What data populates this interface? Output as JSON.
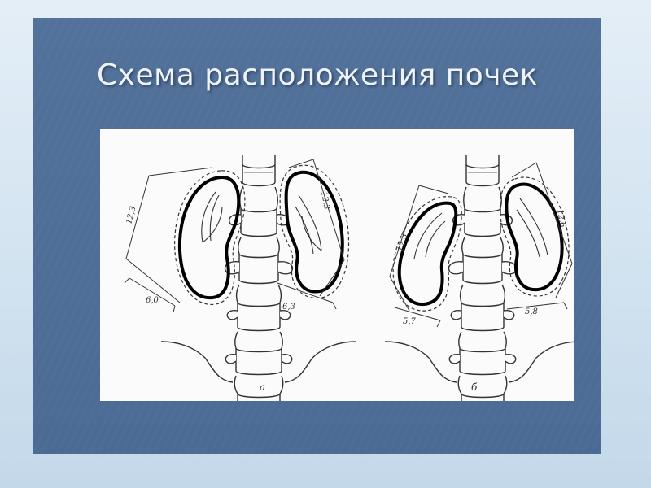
{
  "slide": {
    "title": "Схема расположения почек",
    "background_color": "#4e6e98",
    "title_color": "#eef3f8"
  },
  "figure": {
    "panels": [
      {
        "caption": "а",
        "measurements": {
          "left_length": "12,3",
          "right_length": "12,3",
          "left_width": "6,0",
          "right_width": "6,3"
        }
      },
      {
        "caption": "б",
        "measurements": {
          "left_length": "12,3",
          "right_length": "12,6",
          "left_width": "5,7",
          "right_width": "5,8"
        }
      }
    ]
  }
}
